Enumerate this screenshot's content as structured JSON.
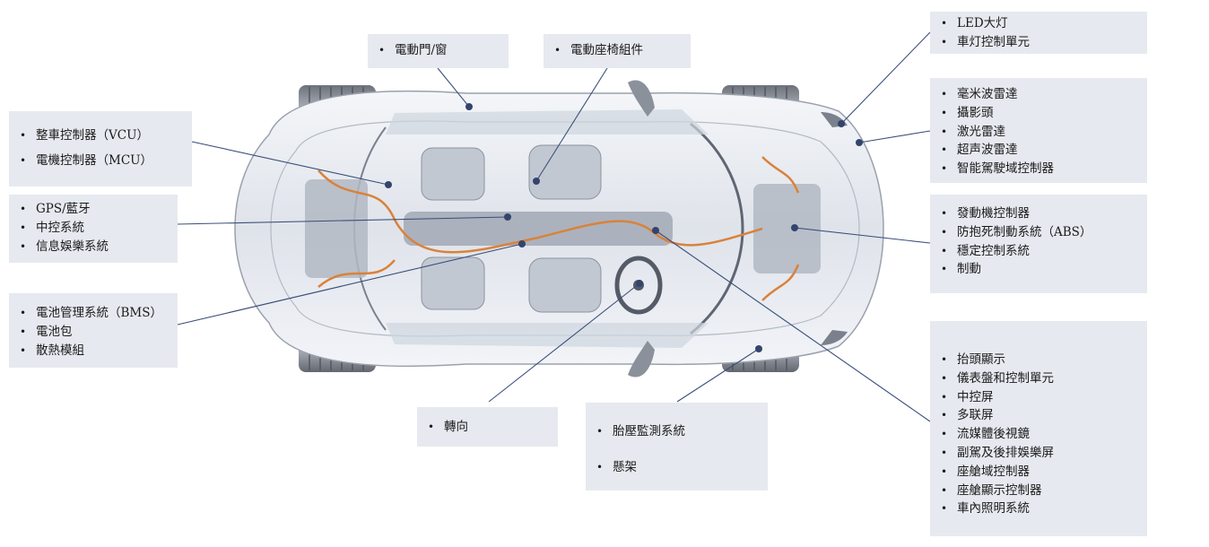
{
  "labels": {
    "vcu_mcu": [
      "整車控制器（VCU）",
      "電機控制器（MCU）"
    ],
    "gps_infotainment": [
      "GPS/藍牙",
      "中控系統",
      "信息娛樂系統"
    ],
    "battery": [
      "電池管理系統（BMS）",
      "電池包",
      "散熱模組"
    ],
    "door_window": [
      "電動門/窗"
    ],
    "seat": [
      "電動座椅組件"
    ],
    "headlight": [
      "LED大灯",
      "車灯控制單元"
    ],
    "adas": [
      "毫米波雷達",
      "攝影頭",
      "激光雷達",
      "超声波雷達",
      "智能駕駛域控制器"
    ],
    "chassis_control": [
      "發動機控制器",
      "防抱死制動系統（ABS）",
      "穩定控制系統",
      "制動"
    ],
    "cockpit": [
      "抬頭顯示",
      "儀表盤和控制單元",
      "中控屏",
      "多联屏",
      "流媒體後視鏡",
      "副駕及後排娛樂屏",
      "座艙域控制器",
      "座艙顯示控制器",
      "車內照明系統"
    ],
    "steering": [
      "轉向"
    ],
    "tire_suspension": [
      "胎壓監測系統",
      "懸架"
    ]
  },
  "colors": {
    "label_box": "#e6e9ef",
    "leader_line": "#3b4f7a",
    "anchor_dot": "#33456c"
  }
}
